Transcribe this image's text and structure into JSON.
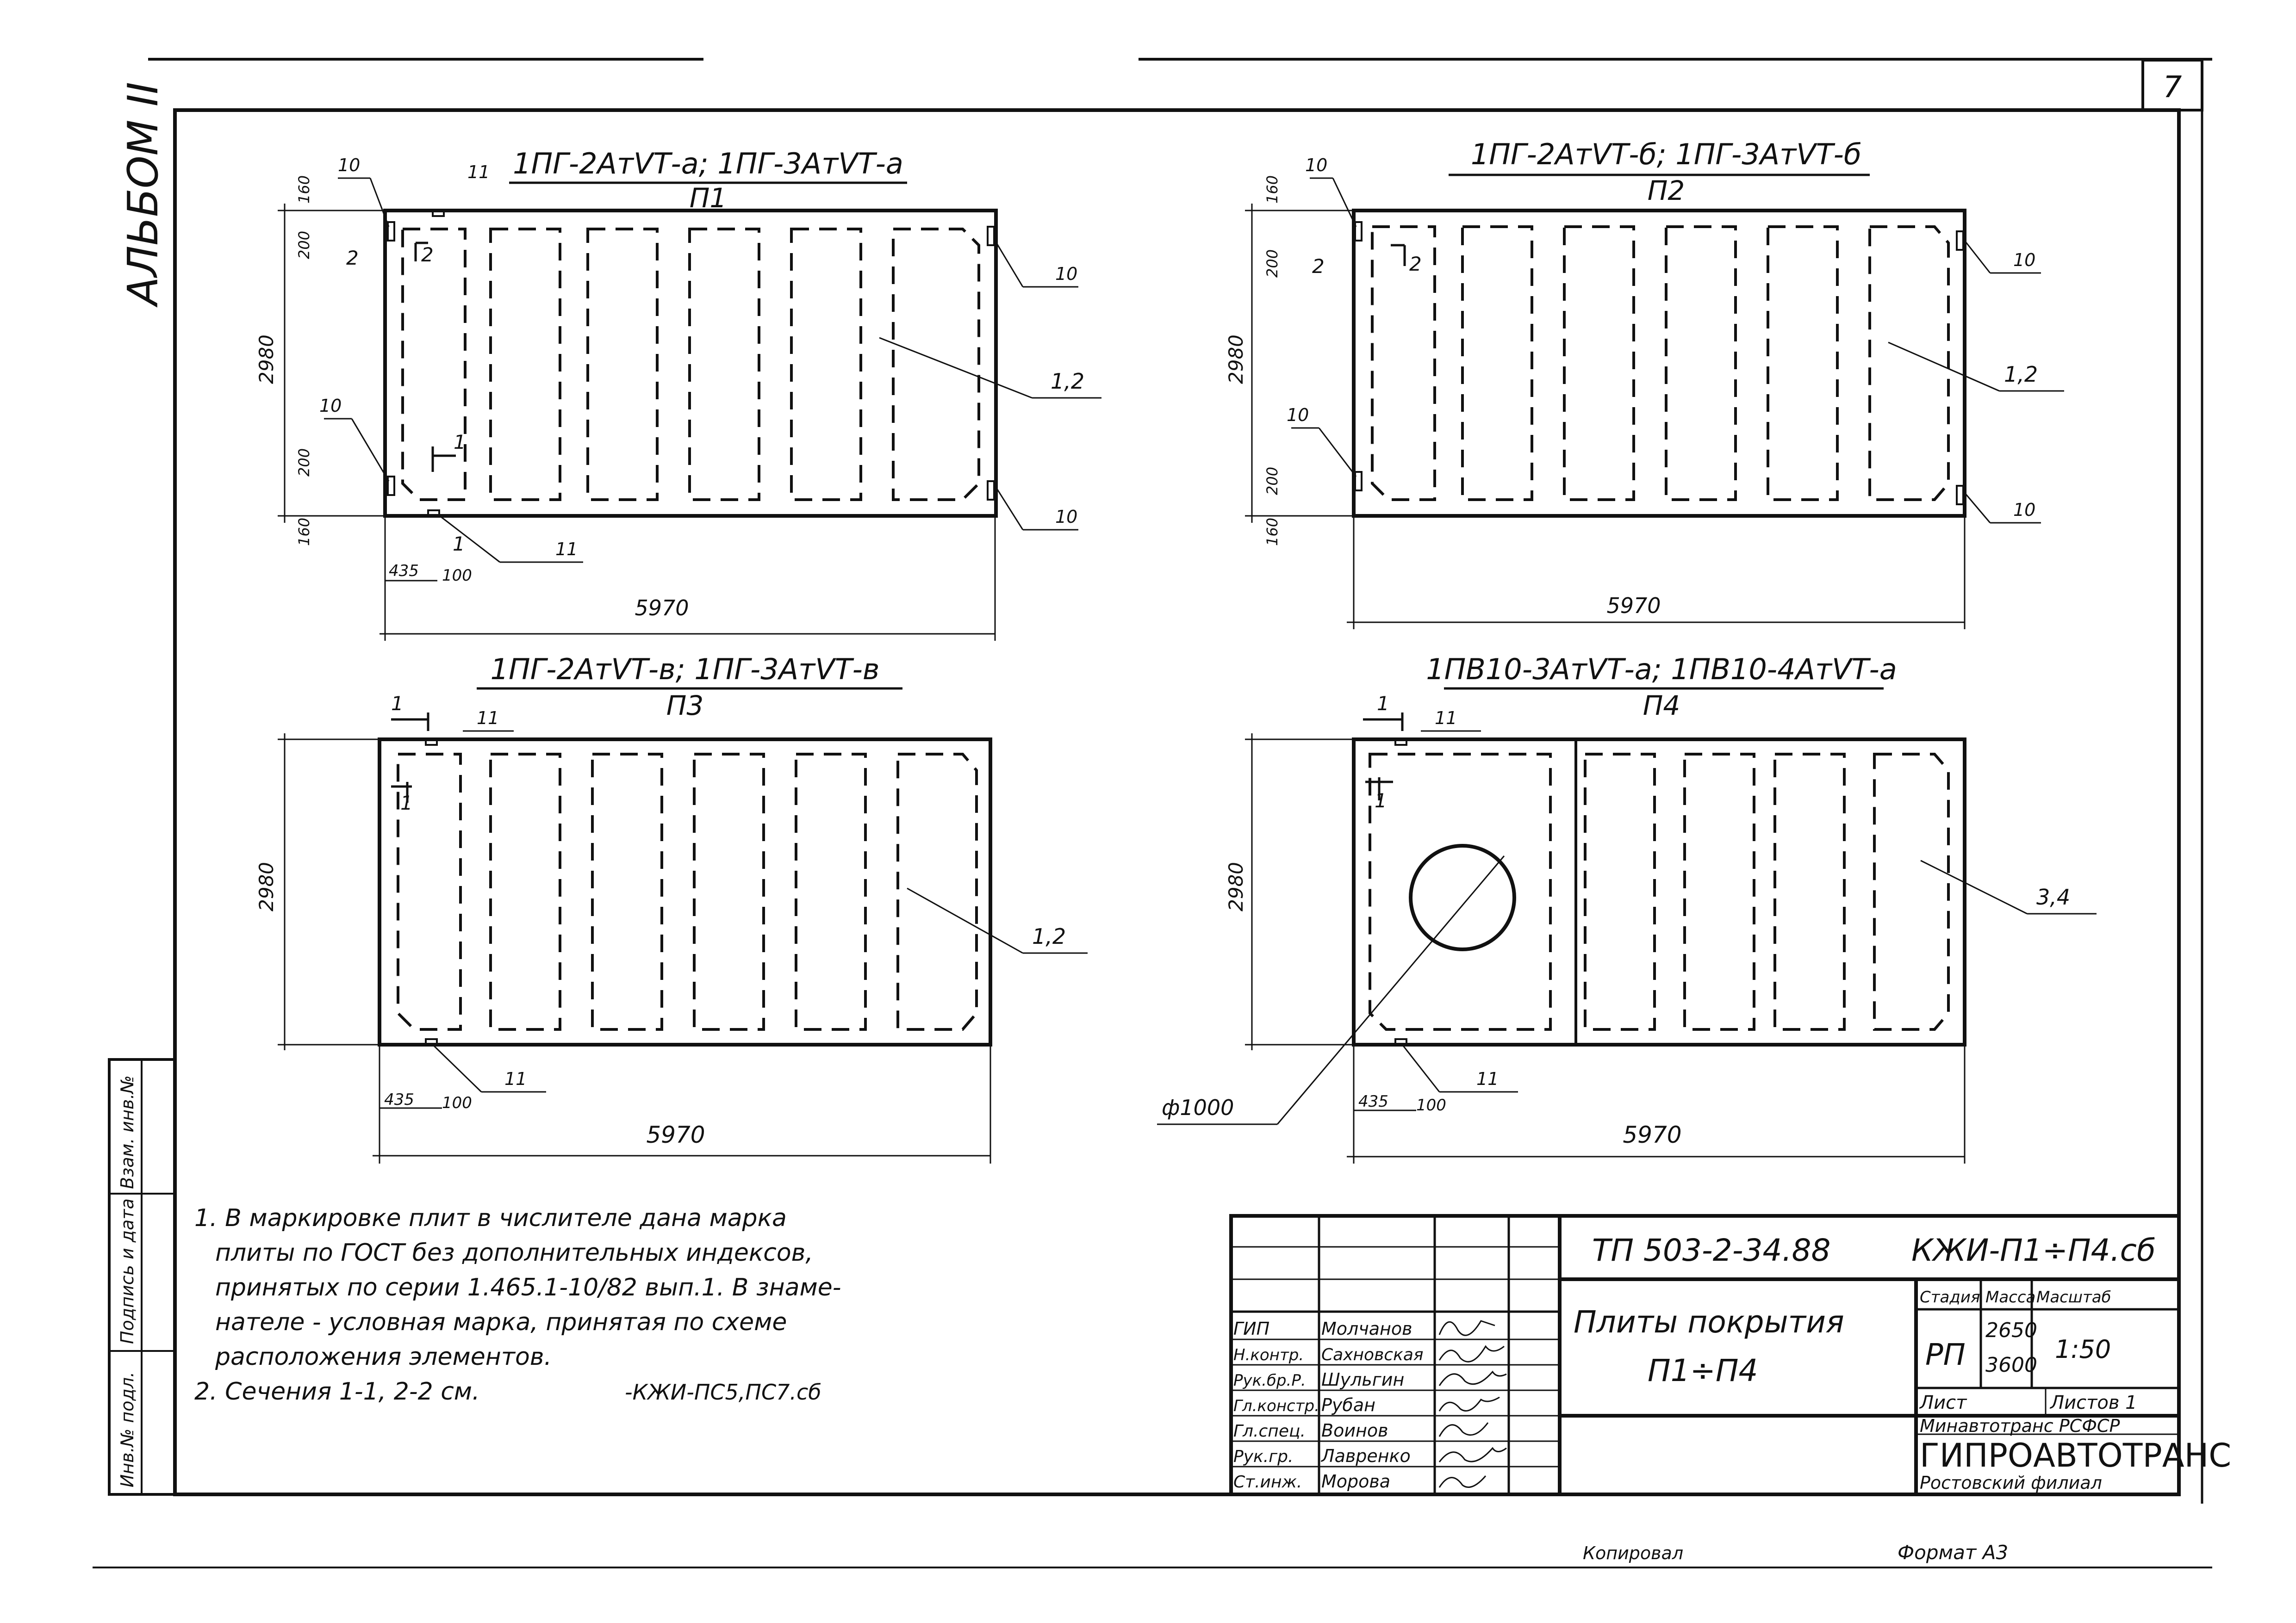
{
  "sheet_number": "7",
  "album": "АЛЬБОМ II",
  "slabs": {
    "p1": {
      "mark": "1ПГ-2АтVТ-а; 1ПГ-3АтVТ-а",
      "code": "П1",
      "length": "5970",
      "width": "2980",
      "dims": [
        "160",
        "200",
        "200",
        "160",
        "435",
        "100"
      ],
      "callouts": [
        "10",
        "10",
        "10",
        "10",
        "11",
        "11",
        "1,2"
      ],
      "sections": [
        "2",
        "2",
        "1",
        "1"
      ]
    },
    "p2": {
      "mark": "1ПГ-2АтVТ-б; 1ПГ-3АтVТ-б",
      "code": "П2",
      "length": "5970",
      "width": "2980",
      "dims": [
        "160",
        "200",
        "200",
        "160"
      ],
      "callouts": [
        "10",
        "10",
        "10",
        "10",
        "1,2"
      ],
      "sections": [
        "2",
        "2"
      ]
    },
    "p3": {
      "mark": "1ПГ-2АтVТ-в; 1ПГ-3АтVТ-в",
      "code": "П3",
      "length": "5970",
      "width": "2980",
      "dims": [
        "435",
        "100"
      ],
      "callouts": [
        "11",
        "11",
        "1,2"
      ],
      "sections": [
        "1",
        "1"
      ]
    },
    "p4": {
      "mark": "1ПВ10-3АтVТ-а; 1ПВ10-4АтVТ-а",
      "code": "П4",
      "length": "5970",
      "width": "2980",
      "dims": [
        "435",
        "100"
      ],
      "callouts": [
        "11",
        "11",
        "3,4"
      ],
      "hole": "ф1000",
      "sections": [
        "1",
        "1"
      ]
    }
  },
  "notes": [
    "1. В маркировке плит в числителе дана марка",
    "плиты по ГОСТ без дополнительных индексов,",
    "принятых по серии 1.465.1-10/82 вып.1. В знаме-",
    "нателе - условная марка, принятая по схеме",
    "расположения элементов.",
    "2. Сечения 1-1, 2-2 см.",
    "-КЖИ-ПС5,ПС7.сб"
  ],
  "side_stamp": [
    "Инв.№ подл.",
    "Подпись и дата",
    "Взам. инв.№"
  ],
  "title_block": {
    "project": "ТП 503-2-34.88",
    "doc_code": "КЖИ-П1÷П4.сб",
    "title_line1": "Плиты покрытия",
    "title_line2": "П1÷П4",
    "headers": {
      "stage": "Стадия",
      "mass": "Масса",
      "scale": "Масштаб"
    },
    "stage": "РП",
    "mass": [
      "2650",
      "3600"
    ],
    "scale": "1:50",
    "sheet_label": "Лист",
    "sheets_label": "Листов 1",
    "org1": "Минавтотранс РСФСР",
    "org2": "ГИПРОАВТОТРАНС",
    "org3": "Ростовский филиал",
    "staff": [
      {
        "role": "ГИП",
        "name": "Молчанов"
      },
      {
        "role": "Н.контр.",
        "name": "Сахновская"
      },
      {
        "role": "Рук.бр.Р.",
        "name": "Шульгин"
      },
      {
        "role": "Гл.констр.",
        "name": "Рубан"
      },
      {
        "role": "Гл.спец.",
        "name": "Воинов"
      },
      {
        "role": "Рук.гр.",
        "name": "Лавренко"
      },
      {
        "role": "Ст.инж.",
        "name": "Морова"
      }
    ]
  },
  "footer": {
    "copied": "Копировал",
    "format": "Формат А3"
  }
}
